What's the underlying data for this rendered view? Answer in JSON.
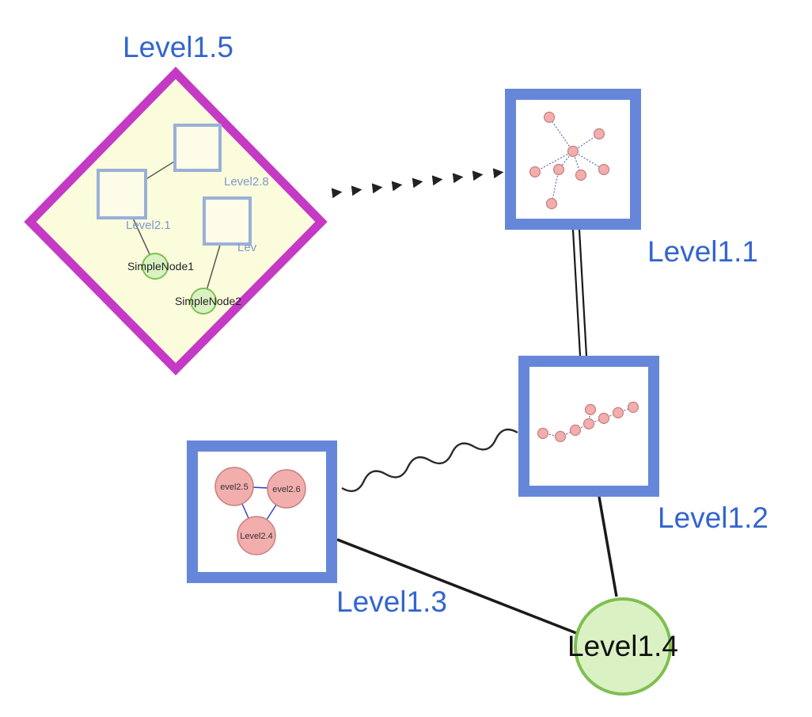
{
  "colors": {
    "label-blue": "#3465d0",
    "inner-label-blue": "#7e97cf",
    "node-border-blue": "#6687d9",
    "inner-border-blue": "#9ab0d8",
    "diamond-magenta": "#c53ac5",
    "diamond-fill": "#fbfcdc",
    "diamond-inner-fill": "#fcfce8",
    "green-fill": "#daf2c3",
    "green-stroke": "#7fbf50",
    "pink-fill": "#f2adad",
    "pink-stroke": "#c97f7f",
    "inner-edge-blue": "#3c50c8",
    "edge-black": "#1a1a1a",
    "text-black": "#111111"
  },
  "nodes": {
    "level1_5": {
      "label": "Level1.5",
      "shape": "diamond-group"
    },
    "level1_1": {
      "label": "Level1.1",
      "shape": "square-group"
    },
    "level1_2": {
      "label": "Level1.2",
      "shape": "square-group"
    },
    "level1_3": {
      "label": "Level1.3",
      "shape": "square-group"
    },
    "level1_4": {
      "label": "Level1.4",
      "shape": "green-circle"
    }
  },
  "level1_5_contents": {
    "square_top_label": "Level2.8",
    "square_left_label": "Level2.1",
    "square_right_label": "Lev",
    "green1_label": "SimpleNode1",
    "green2_label": "SimpleNode2"
  },
  "level1_3_contents": {
    "left_label": "evel2.5",
    "right_label": "evel2.6",
    "bottom_label": "Level2.4"
  },
  "edges": [
    {
      "from": "Level1.5",
      "to": "Level1.1",
      "style": "dashed-arrowheads"
    },
    {
      "from": "Level1.1",
      "to": "Level1.2",
      "style": "double-line"
    },
    {
      "from": "Level1.3",
      "to": "Level1.2",
      "style": "wavy"
    },
    {
      "from": "Level1.3",
      "to": "Level1.4",
      "style": "solid"
    },
    {
      "from": "Level1.2",
      "to": "Level1.4",
      "style": "solid"
    }
  ]
}
